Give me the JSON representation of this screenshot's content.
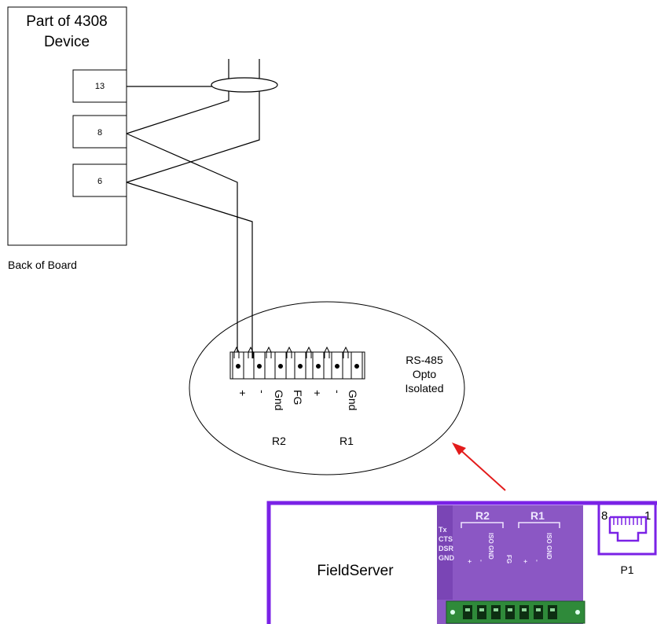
{
  "device": {
    "title_line1": "Part of 4308",
    "title_line2": "Device",
    "terminals": [
      "13",
      "8",
      "6"
    ],
    "caption": "Back of Board"
  },
  "connector": {
    "pin_labels": [
      "+",
      "-",
      "Gnd",
      "FG",
      "+",
      "-",
      "Gnd"
    ],
    "group_r2": "R2",
    "group_r1": "R1",
    "desc_line1": "RS-485",
    "desc_line2": "Opto",
    "desc_line3": "Isolated"
  },
  "fieldserver": {
    "label": "FieldServer",
    "board_r2": "R2",
    "board_r1": "R1",
    "board_left_labels": [
      "Tx",
      "CTS",
      "DSR",
      "GND"
    ],
    "board_pins_r2": [
      "+",
      "-",
      "ISO GND"
    ],
    "board_fg": "FG",
    "board_pins_r1": [
      "+",
      "-",
      "ISO GND"
    ],
    "port_left_num": "8",
    "port_right_num": "1",
    "port_label": "P1"
  },
  "colors": {
    "fieldserver_border": "#7a22e6",
    "board_purple": "#8b57c4",
    "terminal_green": "#2f8a3a",
    "arrow_red": "#e31b1b",
    "line": "#000000"
  }
}
